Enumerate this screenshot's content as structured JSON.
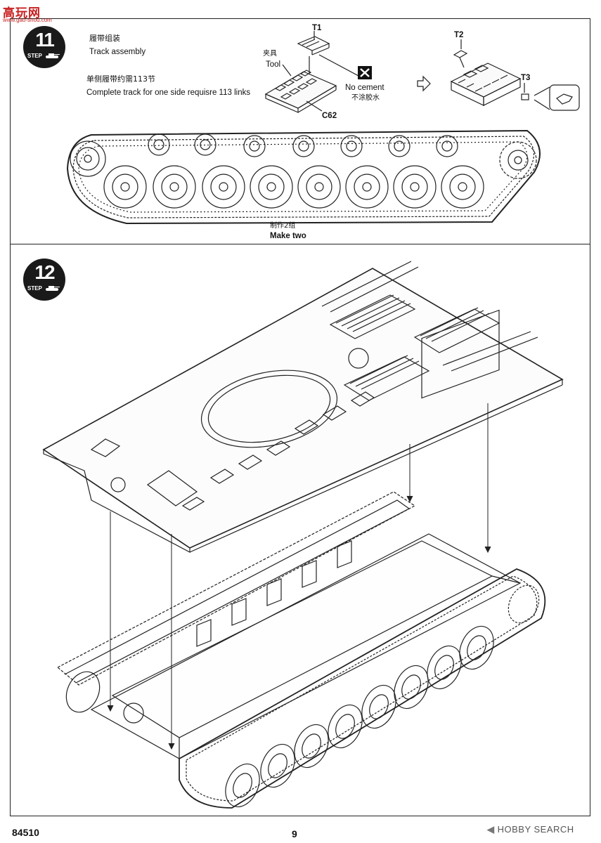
{
  "watermark": {
    "title": "高玩网",
    "url": "www.gao-shou.com"
  },
  "step11": {
    "number": "11",
    "step_label": "STEP",
    "title_cn": "履带组装",
    "title_en": "Track assembly",
    "note_cn": "单侧履带约需113节",
    "note_en": "Complete track for one side requisre 113 links",
    "tool_cn": "夹具",
    "tool_en": "Tool",
    "part_t1": "T1",
    "part_t2": "T2",
    "part_t3": "T3",
    "part_c62": "C62",
    "no_cement_en": "No cement",
    "no_cement_cn": "不涂胶水",
    "make_cn": "制作2组",
    "make_en": "Make two"
  },
  "step12": {
    "number": "12",
    "step_label": "STEP"
  },
  "footer": {
    "code": "84510",
    "page": "9",
    "brand_prefix": "◀",
    "brand": "HOBBY SEARCH"
  }
}
